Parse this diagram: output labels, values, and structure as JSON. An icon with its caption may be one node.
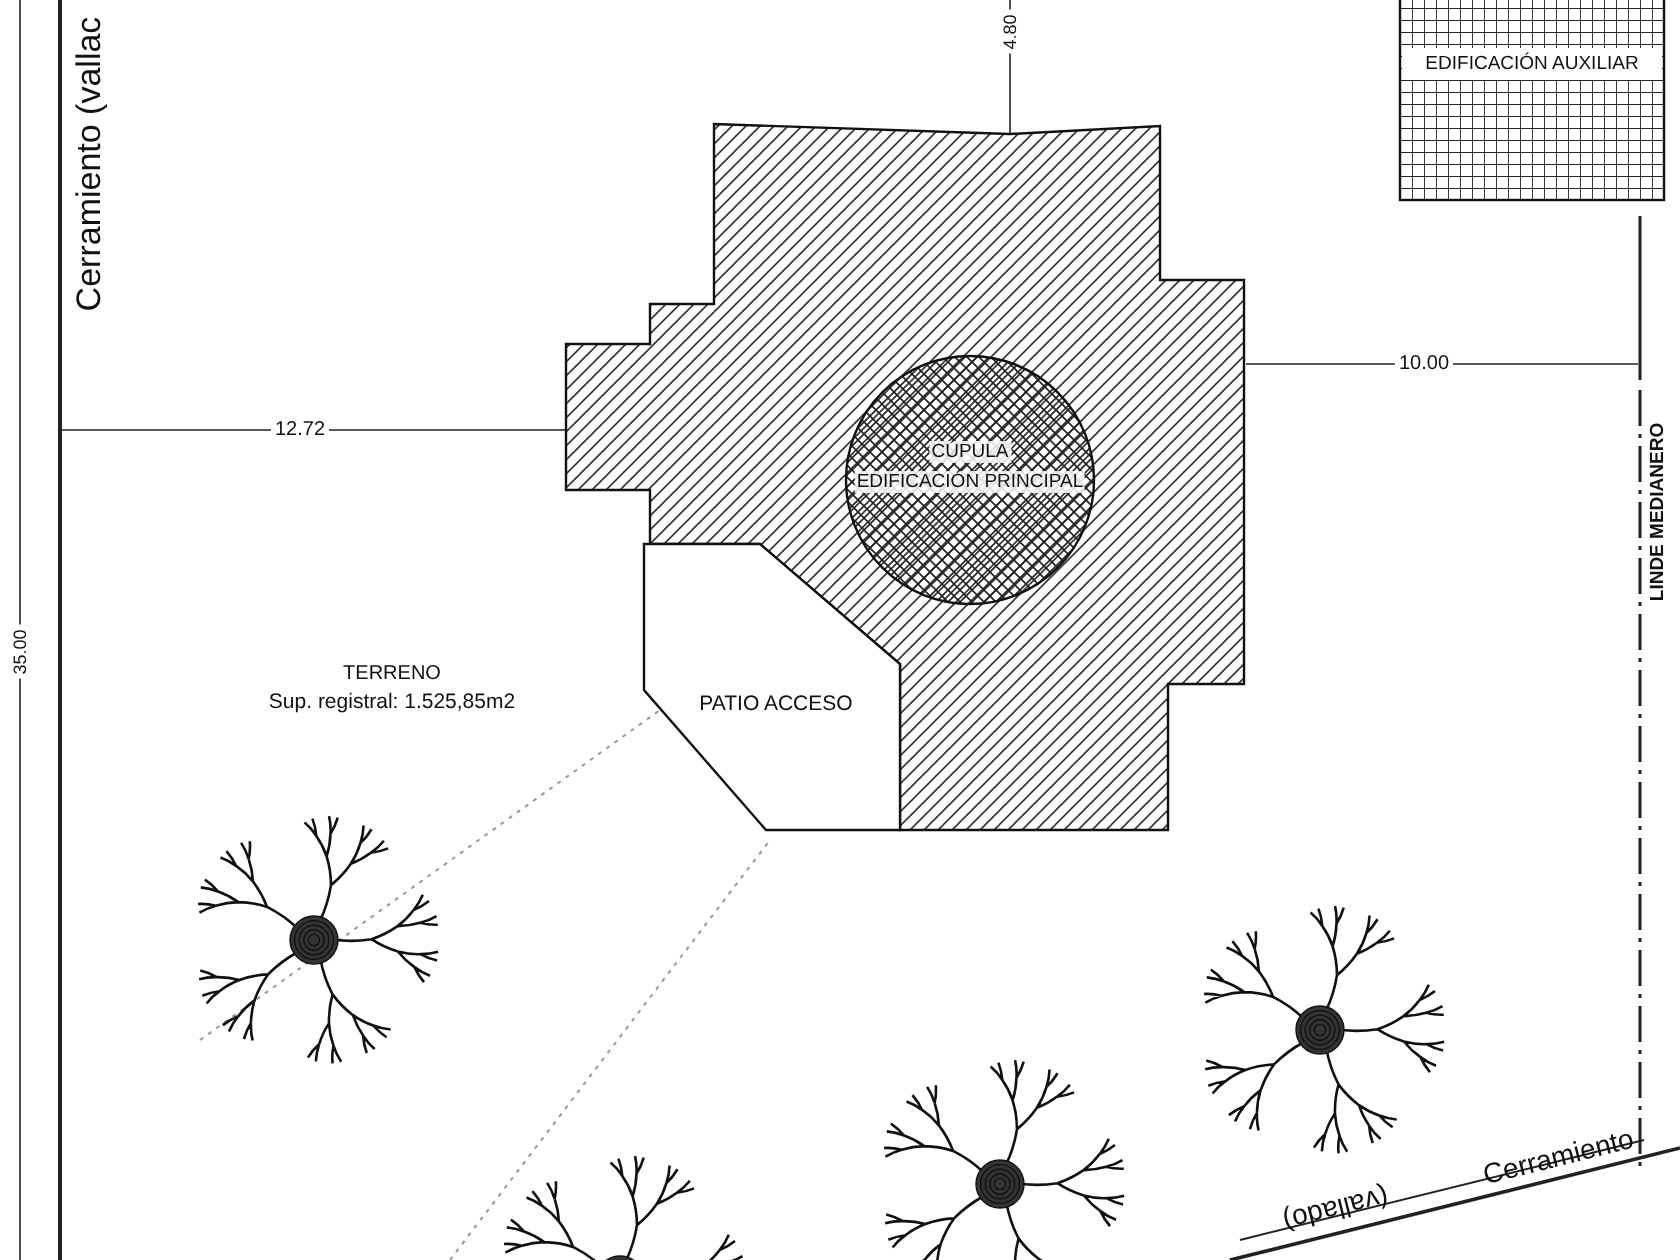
{
  "diagram": {
    "nodes": [
      {
        "text": [],
        "shape": "box"
      },
      {
        "text": [
          "CÚPULA",
          "EDIFICACIÓN PRINCIPAL"
        ],
        "in": 0
      },
      {
        "text": [
          "PATIO ACCESO"
        ]
      },
      {
        "text": [
          "EDIFICACIÓN AUXILIAR"
        ]
      }
    ],
    "labels": [
      "Cerramiento (vallac",
      "4.80",
      "12.72",
      "10.00",
      "35.00",
      "LINDE MEDIANERO",
      "TERRENO",
      "Sup. registral: 1.525,85m2",
      "(vallado)",
      "Cerramiento"
    ]
  }
}
